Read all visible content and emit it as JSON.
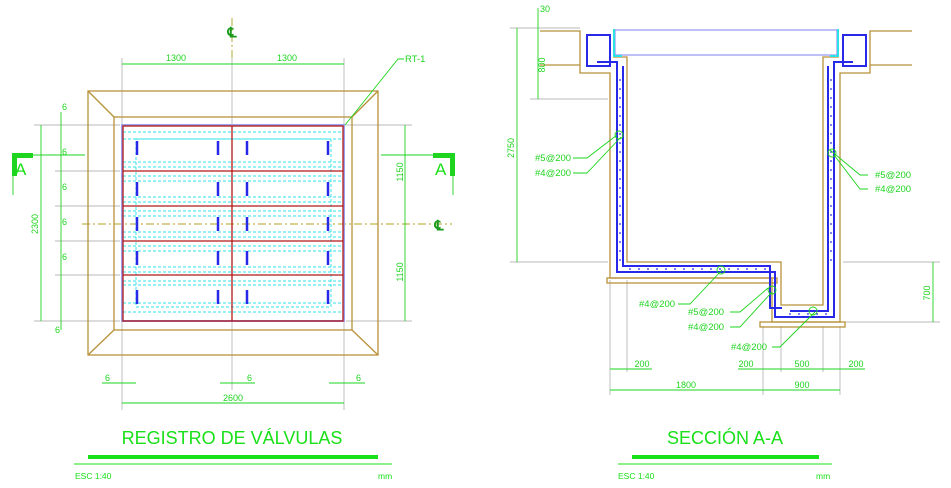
{
  "plan": {
    "title": "REGISTRO DE VÁLVULAS",
    "scale": "ESC 1:40",
    "units": "mm",
    "tag": "RT-1",
    "section_mark": "A",
    "centerline_symbol": "℄",
    "dims": {
      "half_width_left": "1300",
      "half_width_right": "1300",
      "total_width": "2600",
      "total_height": "2300",
      "half_height_top": "1150",
      "half_height_bottom": "1150",
      "gap": "6"
    }
  },
  "section": {
    "title": "SECCIÓN A-A",
    "scale": "ESC 1:40",
    "units": "mm",
    "dims": {
      "top": "30",
      "slab": "800",
      "depth": "2750",
      "step": "700",
      "wall_left": "200",
      "wall_mid": "200",
      "pit": "500",
      "wall_right": "200",
      "main_width": "1800",
      "pit_width": "900"
    },
    "rebar": {
      "left_a": "#5@200",
      "left_b": "#4@200",
      "right_a": "#5@200",
      "right_b": "#4@200",
      "floor": "#4@200",
      "step_a": "#5@200",
      "step_b": "#4@200",
      "pit_floor": "#4@200"
    }
  },
  "colors": {
    "annotation": "#1ed41e",
    "rebar": "#2828e8",
    "concrete": "#b8913a",
    "grate": "#b01818"
  }
}
